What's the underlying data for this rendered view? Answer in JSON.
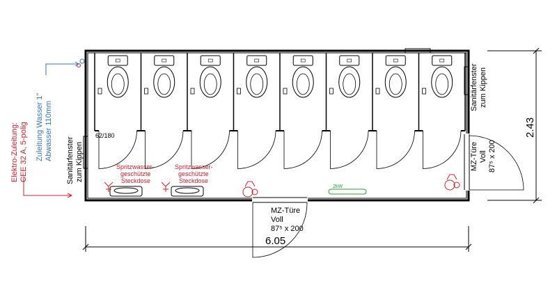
{
  "colors": {
    "wall": "#000000",
    "water": "#3a73b8",
    "electric": "#c8202a",
    "heater": "#2a9a3a"
  },
  "labels": {
    "electric_line1": "Elektro-Zuleitung:",
    "electric_line2": "CEE 32 A, 5-polig",
    "water_line1": "Zuleitung Wasser 1\"",
    "water_line2": "Abwasser 110mm",
    "window_left_1": "Sanitärfenster",
    "window_left_2": "zum Kippen",
    "window_right_1": "Sanitärfenster",
    "window_right_2": "zum Kippen",
    "door_size_small": "62/180",
    "socket_1_a": "Spritzwasser-",
    "socket_1_b": "geschützte",
    "socket_1_c": "Steckdose",
    "socket_2_a": "Spritzwasser-",
    "socket_2_b": "geschützte",
    "socket_2_c": "Steckdose",
    "heater": "2kW",
    "door_front_1": "MZ-Türe",
    "door_front_2": "Voll",
    "door_front_3": "87⁵ x 200",
    "door_side_1": "MZ-Türe",
    "door_side_2": "Voll",
    "door_side_3": "87⁵ x 200",
    "dim_width": "6.05",
    "dim_depth": "2.43"
  },
  "cubicle_count": 8
}
